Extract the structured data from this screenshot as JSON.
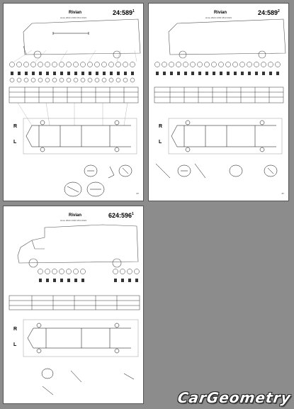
{
  "sheets": [
    {
      "brand": "Rivian",
      "subtitle": "since 2022-1302 1814 2021",
      "code": "24:589",
      "code_suffix": "1",
      "page_no": "87",
      "side_labels": [
        "R",
        "L"
      ]
    },
    {
      "brand": "Rivian",
      "subtitle": "since 2022-1302 1814 2021",
      "code": "24:589",
      "code_suffix": "2",
      "page_no": "87",
      "side_labels": [
        "R",
        "L"
      ]
    },
    {
      "brand": "Rivian",
      "subtitle": "since 2022-1302 1814 2021",
      "code": "624:596",
      "code_suffix": "1",
      "page_no": "",
      "side_labels": [
        "R",
        "L"
      ]
    }
  ],
  "logo": {
    "text": "CarGeometry",
    "tagline": "CarGeometry"
  },
  "colors": {
    "background": "#8c8c8c",
    "sheet": "#ffffff",
    "ink": "#000000"
  }
}
